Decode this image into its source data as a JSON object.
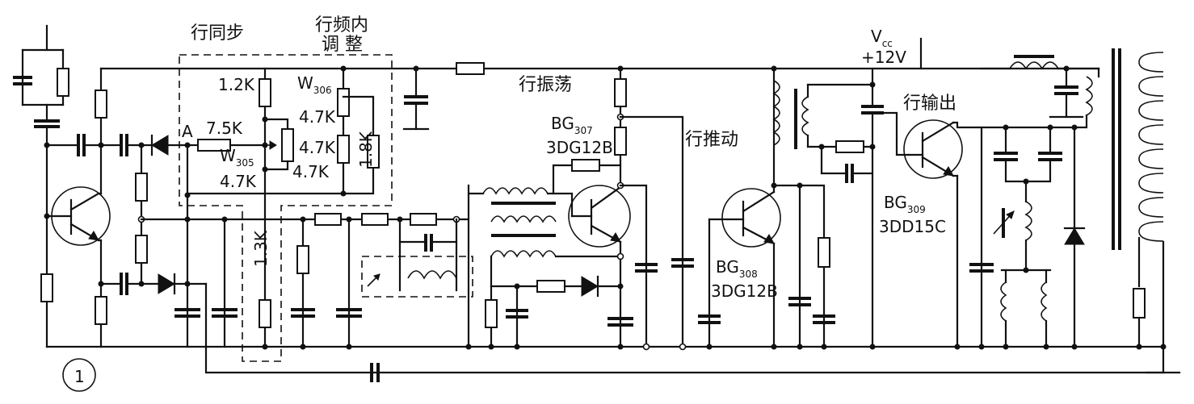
{
  "blocks": {
    "sync": "行同步",
    "freq_adj_line1": "行频内",
    "freq_adj_line2": "调 整",
    "oscillator": "行振荡",
    "driver": "行推动",
    "output": "行输出"
  },
  "supply": {
    "vcc": "V",
    "vcc_sub": "cc",
    "voltage": "+12V"
  },
  "components": {
    "r_12k": "1.2K",
    "r_75k": "7.5K",
    "w306": "W",
    "w306_sub": "306",
    "w306_val": "4.7K",
    "r_47k_a": "4.7K",
    "r_47k_b": "4.7K",
    "r_18k": "1.8K",
    "w305": "W",
    "w305_sub": "305",
    "w305_val": "4.7K",
    "r_13k": "1.3K",
    "node_a": "A",
    "bg307": "BG",
    "bg307_sub": "307",
    "bg307_type": "3DG12B",
    "bg308": "BG",
    "bg308_sub": "308",
    "bg308_type": "3DG12B",
    "bg309": "BG",
    "bg309_sub": "309",
    "bg309_type": "3DD15C",
    "input_marker": "1"
  }
}
